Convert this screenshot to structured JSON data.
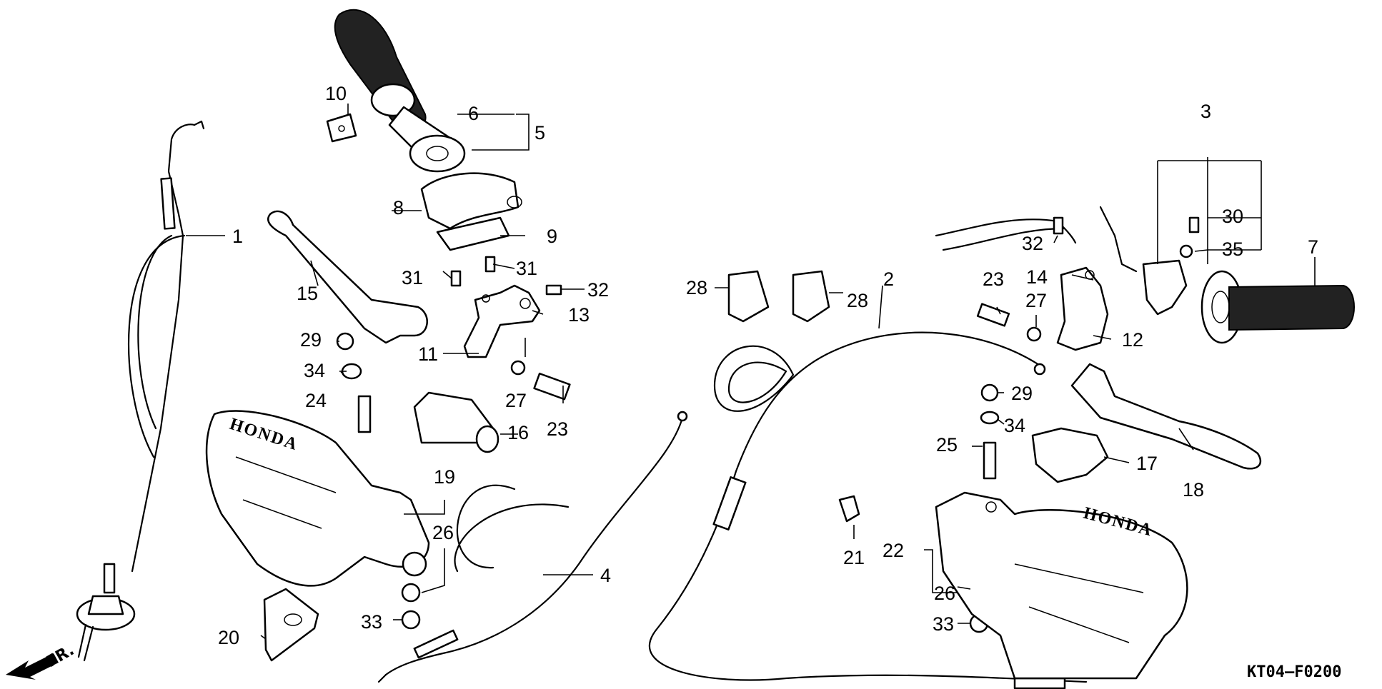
{
  "diagram": {
    "code": "KT04–F0200",
    "direction_label": "FR.",
    "brand_label": "HONDA",
    "labels": {
      "p1": "1",
      "p2": "2",
      "p3": "3",
      "p4": "4",
      "p5": "5",
      "p6": "6",
      "p7": "7",
      "p8": "8",
      "p9": "9",
      "p10": "10",
      "p11": "11",
      "p12": "12",
      "p13": "13",
      "p14": "14",
      "p15": "15",
      "p16": "16",
      "p17": "17",
      "p18": "18",
      "p19": "19",
      "p20": "20",
      "p21": "21",
      "p22": "22",
      "p23a": "23",
      "p23b": "23",
      "p24": "24",
      "p25": "25",
      "p26a": "26",
      "p26b": "26",
      "p27a": "27",
      "p27b": "27",
      "p28a": "28",
      "p28b": "28",
      "p29a": "29",
      "p29b": "29",
      "p30": "30",
      "p31a": "31",
      "p31b": "31",
      "p32a": "32",
      "p32b": "32",
      "p33a": "33",
      "p33b": "33",
      "p34a": "34",
      "p34b": "34",
      "p35": "35"
    }
  }
}
